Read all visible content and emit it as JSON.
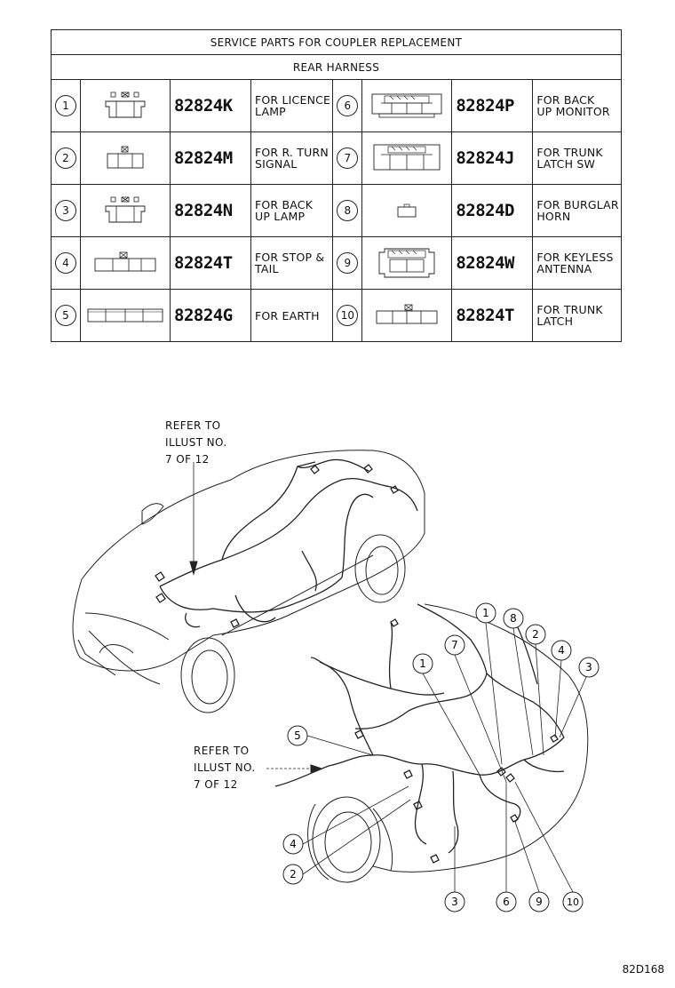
{
  "table": {
    "title": "SERVICE PARTS FOR COUPLER REPLACEMENT",
    "subtitle": "REAR HARNESS",
    "rows": [
      {
        "left": {
          "num": "1",
          "code": "82824K",
          "desc": "FOR LICENCE\nLAMP"
        },
        "right": {
          "num": "6",
          "code": "82824P",
          "desc": "FOR BACK\nUP MONITOR"
        }
      },
      {
        "left": {
          "num": "2",
          "code": "82824M",
          "desc": "FOR R. TURN\nSIGNAL"
        },
        "right": {
          "num": "7",
          "code": "82824J",
          "desc": "FOR TRUNK\nLATCH SW"
        }
      },
      {
        "left": {
          "num": "3",
          "code": "82824N",
          "desc": "FOR BACK\nUP LAMP"
        },
        "right": {
          "num": "8",
          "code": "82824D",
          "desc": "FOR BURGLAR\nHORN"
        }
      },
      {
        "left": {
          "num": "4",
          "code": "82824T",
          "desc": "FOR STOP &\nTAIL"
        },
        "right": {
          "num": "9",
          "code": "82824W",
          "desc": "FOR KEYLESS\nANTENNA"
        }
      },
      {
        "left": {
          "num": "5",
          "code": "82824G",
          "desc": "FOR EARTH"
        },
        "right": {
          "num": "10",
          "code": "82824T",
          "desc": "FOR TRUNK\nLATCH"
        }
      }
    ]
  },
  "callouts": {
    "front_ref": "REFER TO\nILLUST NO.\n7 OF 12",
    "rear_ref": "REFER TO\nILLUST NO.\n7 OF 12"
  },
  "markers": [
    "1",
    "8",
    "2",
    "4",
    "3",
    "7",
    "1",
    "5",
    "4",
    "2",
    "3",
    "6",
    "9",
    "10"
  ],
  "reference_id": "82D168"
}
